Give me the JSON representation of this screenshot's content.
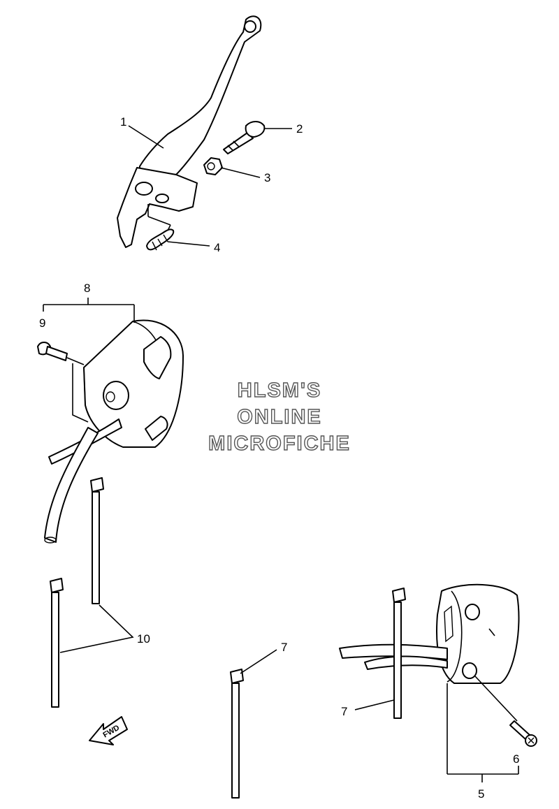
{
  "callouts": {
    "c1": "1",
    "c2": "2",
    "c3": "3",
    "c4": "4",
    "c5": "5",
    "c6": "6",
    "c7a": "7",
    "c7b": "7",
    "c8": "8",
    "c9": "9",
    "c10": "10"
  },
  "watermark": {
    "line1": "HLSM'S",
    "line2": "ONLINE",
    "line3": "MICROFICHE"
  },
  "fwd_label": "FWD",
  "colors": {
    "line": "#000000",
    "background": "#ffffff",
    "watermark_outline": "#555555"
  }
}
